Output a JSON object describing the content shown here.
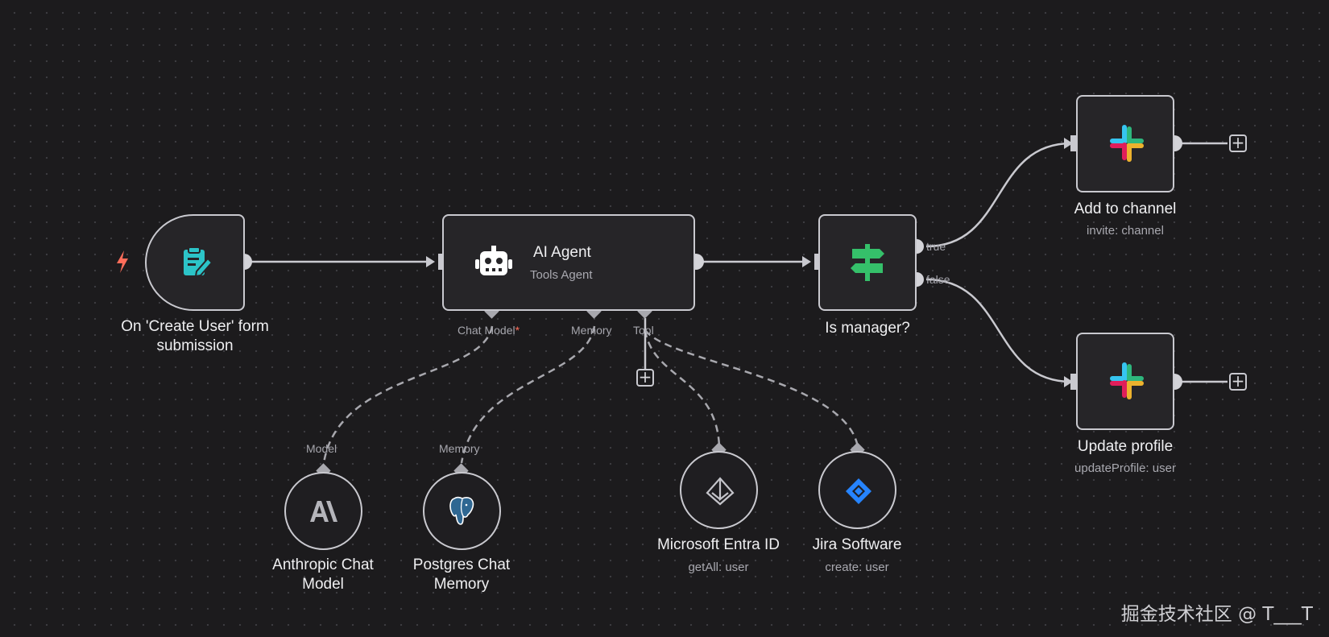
{
  "nodes": {
    "trigger": {
      "label_line1": "On 'Create User' form",
      "label_line2": "submission",
      "icon": "form-icon"
    },
    "agent": {
      "title": "AI Agent",
      "subtitle": "Tools Agent",
      "icon": "robot-icon",
      "ports": {
        "chat_model": "Chat Model",
        "chat_model_required": "*",
        "memory": "Memory",
        "tool": "Tool"
      }
    },
    "if": {
      "label": "Is manager?",
      "icon": "signpost-icon",
      "out_true": "true",
      "out_false": "false"
    },
    "slack_add": {
      "label": "Add to channel",
      "sublabel": "invite: channel",
      "icon": "slack-icon"
    },
    "slack_update": {
      "label": "Update profile",
      "sublabel": "updateProfile: user",
      "icon": "slack-icon"
    },
    "anthropic": {
      "port_label": "Model",
      "label_line1": "Anthropic Chat",
      "label_line2": "Model",
      "icon": "anthropic-icon"
    },
    "postgres": {
      "port_label": "Memory",
      "label_line1": "Postgres Chat",
      "label_line2": "Memory",
      "icon": "postgres-elephant-icon"
    },
    "entra": {
      "label": "Microsoft Entra ID",
      "sublabel": "getAll: user",
      "icon": "entra-icon"
    },
    "jira": {
      "label": "Jira Software",
      "sublabel": "create: user",
      "icon": "jira-icon"
    }
  },
  "add_button_symbol": "+",
  "watermark": "掘金技术社区 @ T___T",
  "colors": {
    "background": "#1c1b1d",
    "node_border": "#c9c9cf",
    "trigger_bolt": "#ff6d5a",
    "form_icon": "#2cc4c8",
    "if_icon": "#35c06a",
    "jira_blue": "#2684ff"
  }
}
